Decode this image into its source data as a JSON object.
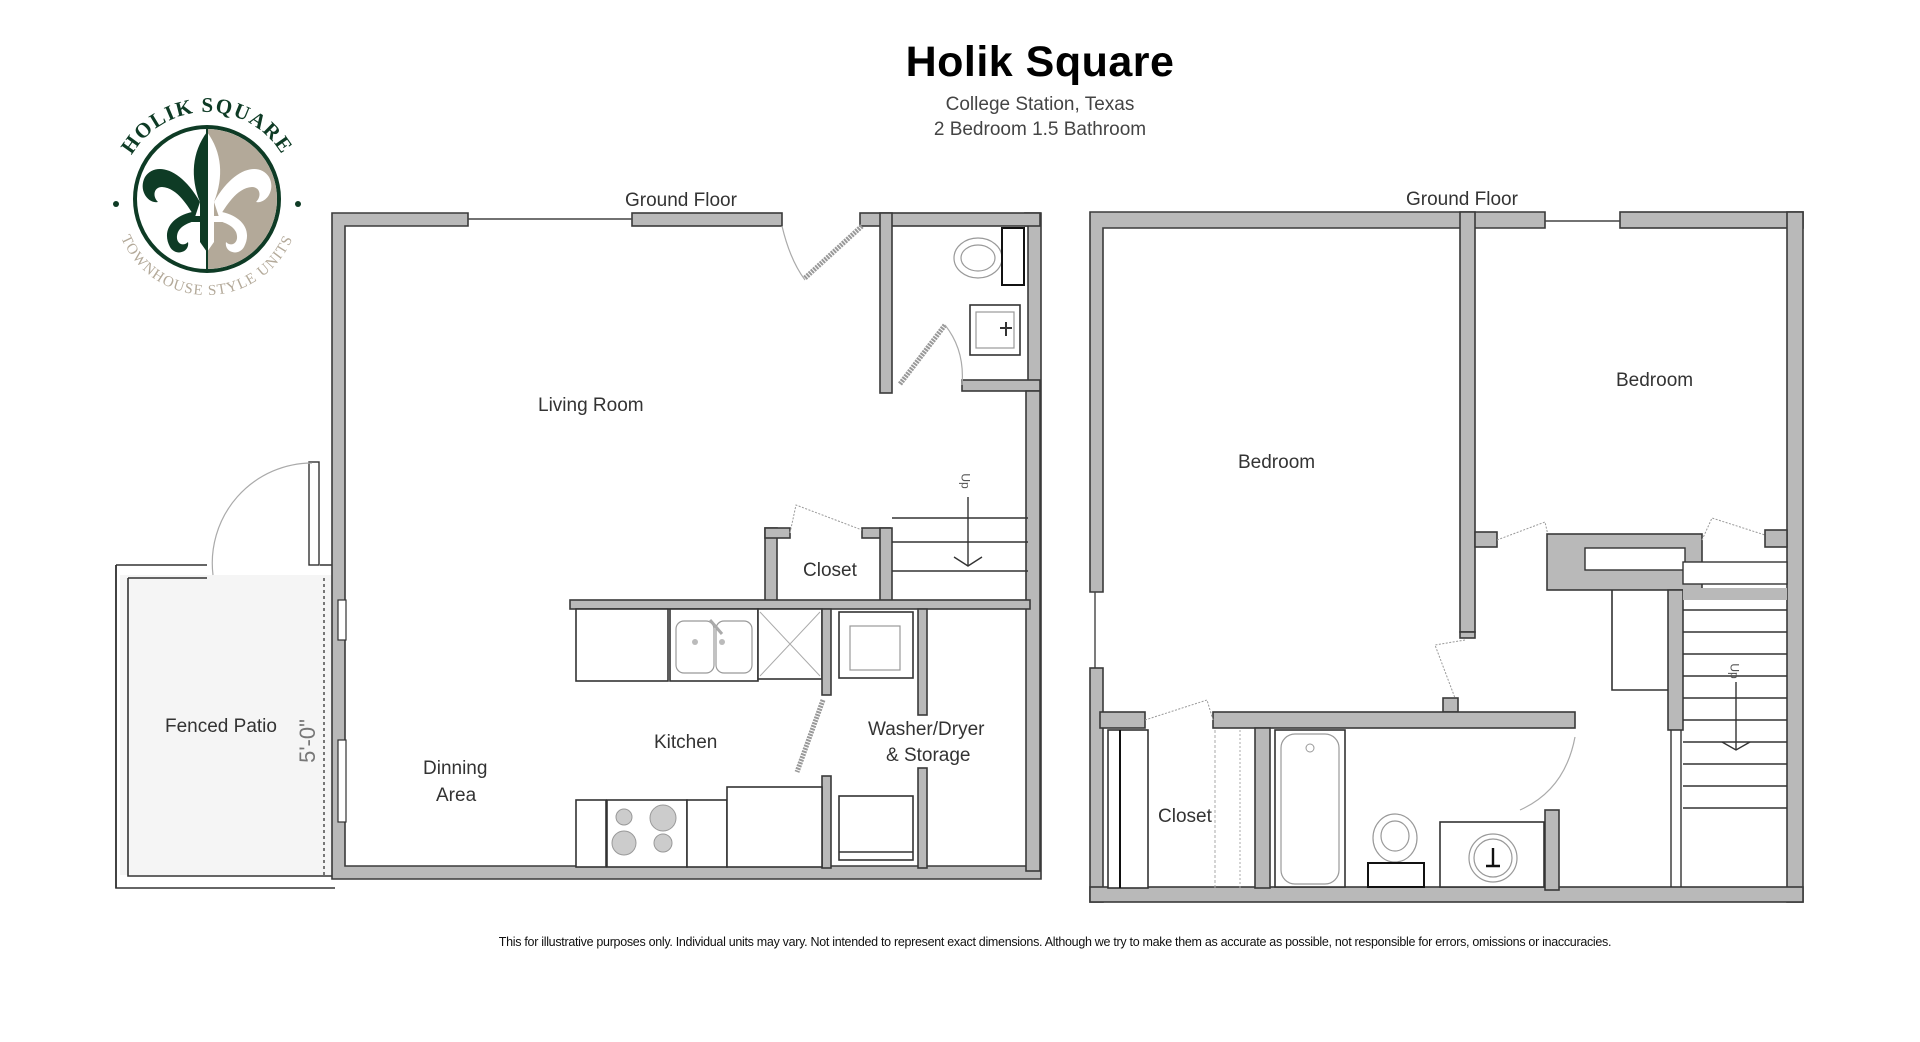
{
  "header": {
    "title": "Holik Square",
    "location": "College Station, Texas",
    "unit_type": "2 Bedroom 1.5 Bathroom"
  },
  "logo": {
    "top_text": "HOLIK SQUARE",
    "bottom_text": "TOWNHOUSE STYLE UNITS",
    "colors": {
      "green": "#0e3b25",
      "tan": "#b3a999"
    }
  },
  "plans": {
    "left": {
      "floor_label": "Ground Floor",
      "rooms": {
        "living_room": "Living Room",
        "closet": "Closet",
        "kitchen": "Kitchen",
        "washer_dryer_line1": "Washer/Dryer",
        "washer_dryer_line2": "& Storage",
        "dining_line1": "Dinning",
        "dining_line2": "Area",
        "patio": "Fenced Patio",
        "patio_dimension": "5'-0\"",
        "stairs_label": "Up"
      }
    },
    "right": {
      "floor_label": "Ground Floor",
      "rooms": {
        "bedroom_1": "Bedroom",
        "bedroom_2": "Bedroom",
        "closet": "Closet",
        "stairs_label": "Up"
      }
    }
  },
  "footer": {
    "disclaimer": "This for illustrative purposes only. Individual units may vary. Not intended to represent exact dimensions. Although we try to make them as accurate as possible, not responsible for errors, omissions or inaccuracies."
  },
  "colors": {
    "wall_fill": "#b9b9b9",
    "wall_stroke": "#3a3a3a",
    "patio_fill": "#f5f5f5",
    "background": "#ffffff"
  }
}
